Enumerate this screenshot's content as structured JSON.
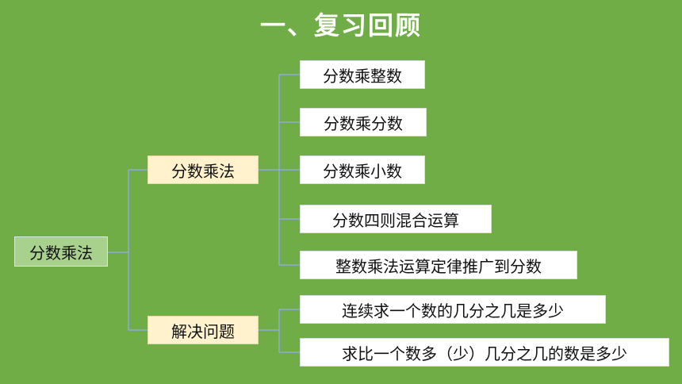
{
  "title": "一、复习回顾",
  "root": "分数乘法",
  "branches": [
    {
      "label": "分数乘法",
      "children": [
        "分数乘整数",
        "分数乘分数",
        "分数乘小数",
        "分数四则混合运算",
        "整数乘法运算定律推广到分数"
      ]
    },
    {
      "label": "解决问题",
      "children": [
        "连续求一个数的几分之几是多少",
        "求比一个数多（少）几分之几的数是多少"
      ]
    }
  ],
  "colors": {
    "background": "#70ad47",
    "root_fill": "#a9d18e",
    "branch_fill": "#fff2cc",
    "leaf_fill": "#ffffff",
    "connector": "#8faadc"
  }
}
